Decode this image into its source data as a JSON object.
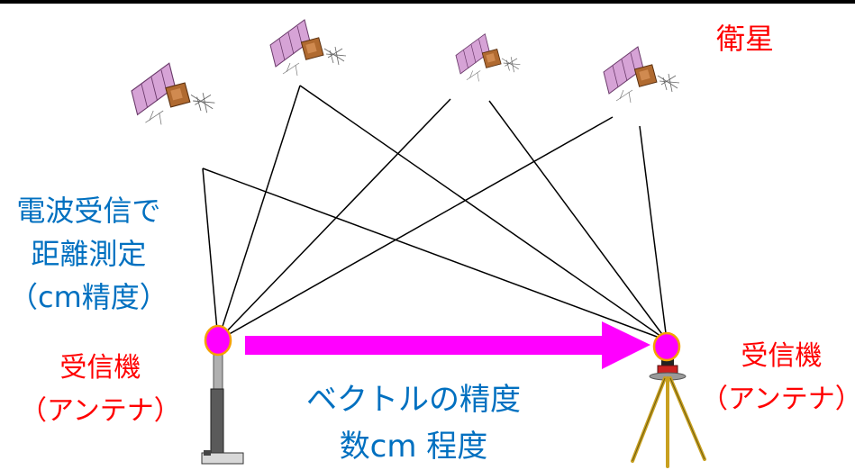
{
  "satellite_label": "衛星",
  "measurement": {
    "line1": "電波受信で",
    "line2": "距離測定",
    "line3": "（cm精度）"
  },
  "receiver_left": {
    "line1": "受信機",
    "line2": "（アンテナ）"
  },
  "receiver_right": {
    "line1": "受信機",
    "line2": "（アンテナ）"
  },
  "vector": {
    "line1": "ベクトルの精度",
    "line2": "数cm 程度"
  },
  "colors": {
    "red_text": "#ff0000",
    "blue_text": "#0070c0",
    "arrow": "#ff00ff",
    "antenna_fill": "#ff00ff",
    "antenna_outline": "#f5a000"
  },
  "icons": {
    "satellites": [
      "satellite-icon",
      "satellite-icon",
      "satellite-icon",
      "satellite-icon"
    ],
    "left_mount": "pole-mount-icon",
    "right_mount": "tripod-icon"
  }
}
